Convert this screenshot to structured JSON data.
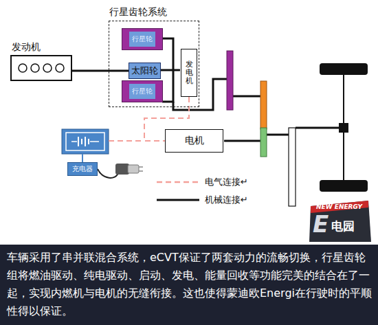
{
  "diagram": {
    "caption": "车辆采用了串并联混合系统，eCVT保证了两套动力的流畅切换，行星齿轮组将燃油驱动、纯电驱动、启动、发电、能量回收等功能完美的结合在了一起，实现内燃机与电机的无缝衔接。这也使得蒙迪欧Energi在行驶时的平顺性得以保证。",
    "nodes": [
      {
        "text": [
          "发动机"
        ]
      },
      {
        "text": [
          "行星齿轮系统"
        ]
      },
      {
        "text": [
          "行星轮"
        ],
        "in": 1
      },
      {
        "text": [
          "太阳轮"
        ],
        "in": 1
      },
      {
        "text": [
          "行星轮"
        ],
        "in": 1
      },
      {
        "text": [
          "发电机"
        ],
        "in": 1
      },
      {
        "text": [
          "充电器"
        ]
      },
      {
        "text": [
          "电机"
        ]
      }
    ],
    "edges": [
      {
        "from": 0,
        "to": 3,
        "arrow": "none"
      },
      {
        "from": 5,
        "to": 7,
        "arrow": "none"
      }
    ],
    "labels": [
      "NEW ENERGY",
      "E",
      "电园"
    ],
    "legend": [
      {
        "text": "电气连接↵"
      },
      {
        "text": "机械连接↵"
      }
    ]
  }
}
